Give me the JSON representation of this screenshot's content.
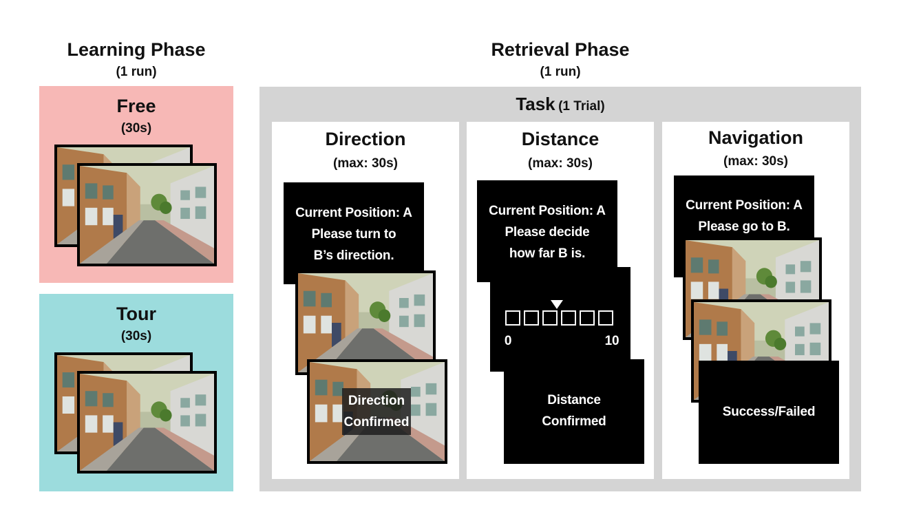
{
  "learning": {
    "title": "Learning Phase",
    "subtitle": "(1 run)",
    "free": {
      "title": "Free",
      "duration": "(30s)"
    },
    "tour": {
      "title": "Tour",
      "duration": "(30s)"
    },
    "colors": {
      "free": "#f7b8b6",
      "tour": "#9cdcdd"
    }
  },
  "retrieval": {
    "title": "Retrieval Phase",
    "subtitle": "(1 run)",
    "task_title": "Task",
    "task_trial": "(1 Trial)",
    "direction": {
      "title": "Direction",
      "max": "(max: 30s)",
      "line1": "Current Position: A",
      "line2": "Please turn to",
      "line3": "B’s direction.",
      "confirm1": "Direction",
      "confirm2": "Confirmed"
    },
    "distance": {
      "title": "Distance",
      "max": "(max: 30s)",
      "line1": "Current Position: A",
      "line2": "Please decide",
      "line3": "how far B is.",
      "scale_min": "0",
      "scale_max": "10",
      "confirm1": "Distance",
      "confirm2": "Confirmed"
    },
    "navigation": {
      "title": "Navigation",
      "max": "(max: 30s)",
      "line1": "Current Position: A",
      "line2": "Please go to B.",
      "result": "Success/Failed"
    },
    "colors": {
      "task_box": "#d4d4d4",
      "screen": "#000000"
    }
  }
}
